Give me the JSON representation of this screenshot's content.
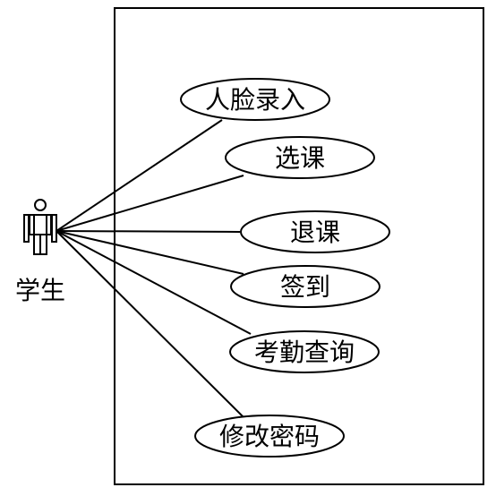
{
  "actor": {
    "label": "学生"
  },
  "use_cases": [
    {
      "id": "face-enroll",
      "label": "人脸录入"
    },
    {
      "id": "select-course",
      "label": "选课"
    },
    {
      "id": "drop-course",
      "label": "退课"
    },
    {
      "id": "check-in",
      "label": "签到"
    },
    {
      "id": "attendance-query",
      "label": "考勤查询"
    },
    {
      "id": "change-password",
      "label": "修改密码"
    }
  ],
  "colors": {
    "stroke": "#000000",
    "fill": "#ffffff"
  }
}
